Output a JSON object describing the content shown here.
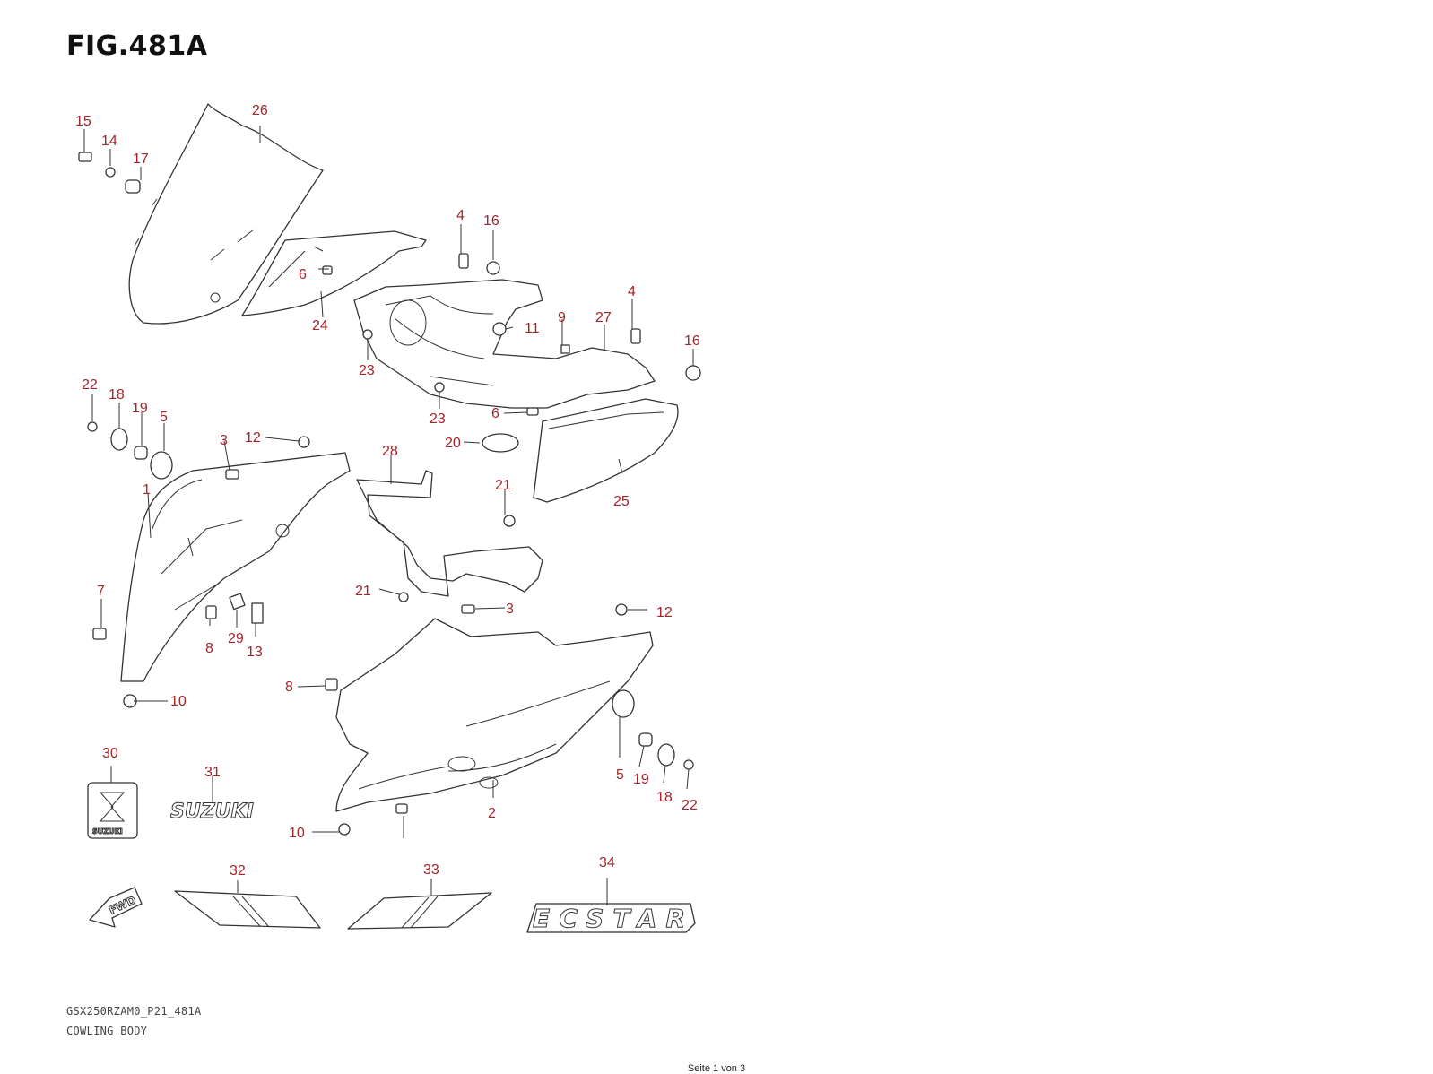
{
  "figure": {
    "title": "FIG.481A"
  },
  "colors": {
    "callout": "#a3242a",
    "line": "#333333",
    "background": "#ffffff"
  },
  "callouts": [
    "26",
    "15",
    "14",
    "17",
    "4",
    "16",
    "6",
    "24",
    "9",
    "11",
    "27",
    "4",
    "16",
    "23",
    "23",
    "6",
    "22",
    "18",
    "19",
    "5",
    "3",
    "12",
    "28",
    "20",
    "1",
    "21",
    "25",
    "7",
    "21",
    "3",
    "12",
    "29",
    "13",
    "8",
    "8",
    "10",
    "5",
    "19",
    "18",
    "22",
    "30",
    "31",
    "2",
    "10",
    "32",
    "33",
    "34"
  ],
  "decals": {
    "logo_text": "SUZUKI",
    "fwd_text": "FWD",
    "ecstar_text": "ECSTAR"
  },
  "footer": {
    "model_code": "GSX250RZAM0_P21_481A",
    "section_name": "COWLING BODY",
    "page_label": "Seite 1 von 3"
  }
}
